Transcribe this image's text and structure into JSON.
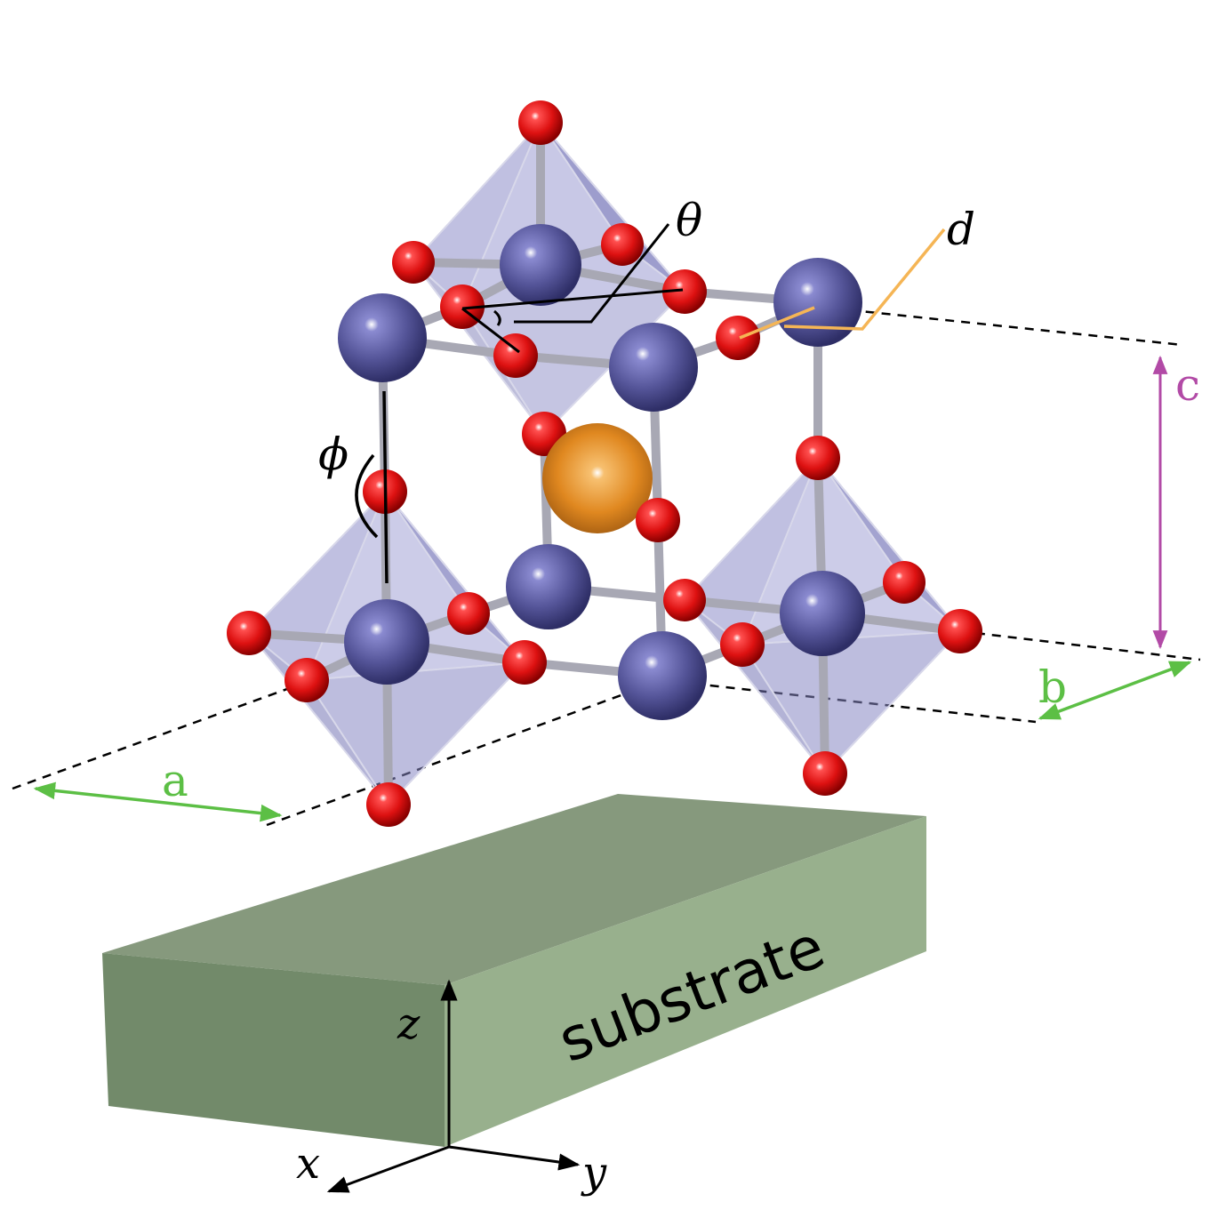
{
  "labels": {
    "theta": "θ",
    "d": "d",
    "phi": "ϕ",
    "a": "a",
    "b": "b",
    "c": "c",
    "substrate": "substrate",
    "x": "x",
    "y": "y",
    "z": "z"
  },
  "colors": {
    "b_site": "#555599",
    "oxygen": "#dd1111",
    "a_site": "#e08820",
    "octahedron": "#8c8cc8",
    "bond": "#a8a8b4",
    "substrate_top": "#86997d",
    "substrate_front": "#98b08d",
    "substrate_side": "#728a6a",
    "lattice_arrow": "#5cbf45",
    "c_arrow": "#b24aa6",
    "d_marker": "#f5b555"
  }
}
